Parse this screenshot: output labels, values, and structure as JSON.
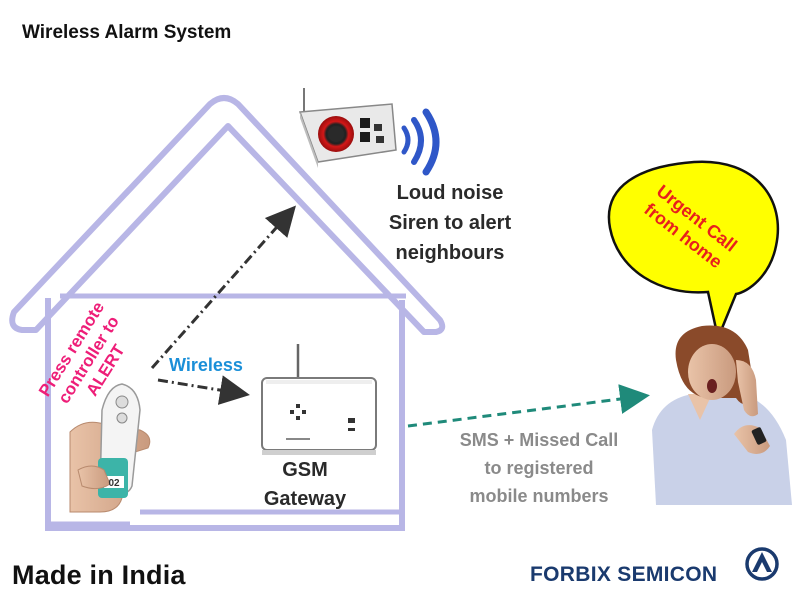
{
  "title": "Wireless Alarm System",
  "siren_caption": [
    "Loud noise",
    "Siren to alert",
    "neighbours"
  ],
  "wireless_label": "Wireless",
  "gateway_caption": [
    "GSM",
    "Gateway"
  ],
  "sms_caption": [
    "SMS + Missed Call",
    "to registered",
    "mobile numbers"
  ],
  "remote_caption": [
    "Press remote",
    "controller to",
    "ALERT"
  ],
  "bubble_text": [
    "Urgent Call",
    "from home"
  ],
  "remote_tag": "02",
  "footer_left": "Made in India",
  "brand": "FORBIX SEMICON",
  "colors": {
    "house_outline": "#b8b6e6",
    "wireless": "#1a8fd8",
    "press_text": "#ee1e78",
    "bubble_fill": "#ffff00",
    "bubble_text": "#e8201c",
    "sms_arrow": "#1f8a7a",
    "brand": "#1a3a6e"
  }
}
